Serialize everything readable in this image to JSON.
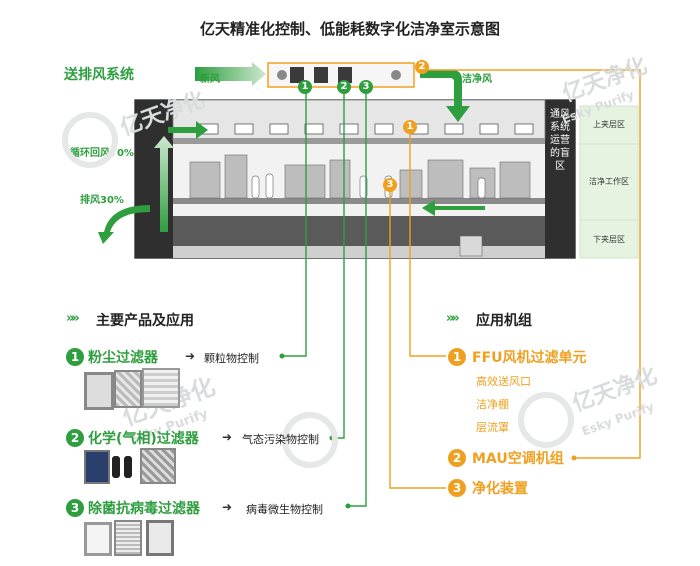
{
  "title": "亿天精准化控制、低能耗数字化洁净室示意图",
  "diagram": {
    "exhaust_system_label": "送排风系统",
    "fresh_air_label": "新风",
    "clean_air_label": "洁净风",
    "recirc_label": "循环回风70%",
    "exhaust_label": "排风30%",
    "blind_zone_text": "通风系统运营的盲区",
    "zones": [
      "上夹层区",
      "洁净工作区",
      "下夹层区"
    ],
    "markers": [
      "1",
      "2",
      "3"
    ]
  },
  "watermark": {
    "cn": "亿天净化",
    "en": "Esky Purify"
  },
  "products_section": {
    "title": "主要产品及应用",
    "items": [
      {
        "num": "1",
        "name": "粉尘过滤器",
        "application": "颗粒物控制"
      },
      {
        "num": "2",
        "name": "化学(气相)过滤器",
        "application": "气态污染物控制"
      },
      {
        "num": "3",
        "name": "除菌抗病毒过滤器",
        "application": "病毒微生物控制"
      }
    ]
  },
  "units_section": {
    "title": "应用机组",
    "items": [
      {
        "num": "1",
        "name": "FFU风机过滤单元",
        "subs": [
          "高效送风口",
          "洁净棚",
          "层流罩"
        ]
      },
      {
        "num": "2",
        "name": "MAU空调机组"
      },
      {
        "num": "3",
        "name": "净化装置"
      }
    ]
  },
  "colors": {
    "green": "#2e9e3f",
    "orange": "#f0a020",
    "zone_bg": "#e5f3e0"
  }
}
